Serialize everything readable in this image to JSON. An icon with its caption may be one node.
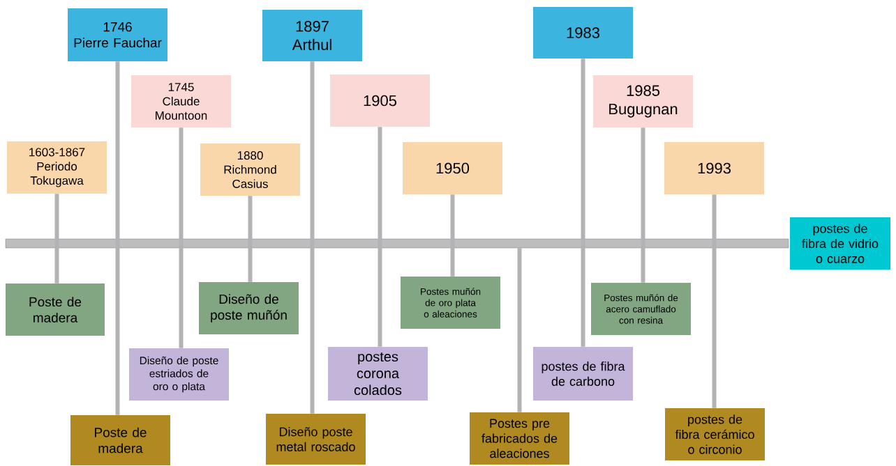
{
  "diagram": {
    "nodes": [
      {
        "text": [],
        "shape": "bar"
      },
      {
        "text": [
          "1603-1867",
          "Periodo Tokugawa"
        ]
      },
      {
        "text": [
          "Poste de madera"
        ]
      },
      {
        "text": [
          "1746",
          "Pierre Fauchar"
        ]
      },
      {
        "text": [
          "Poste de madera"
        ]
      },
      {
        "text": [
          "1745",
          "Claude Mountoon"
        ]
      },
      {
        "text": [
          "Diseño de poste estriados de oro o plata"
        ]
      },
      {
        "text": [
          "1880",
          "Richmond Casius"
        ]
      },
      {
        "text": [
          "Diseño de poste muñón"
        ]
      },
      {
        "text": [
          "1897",
          "Arthul"
        ]
      },
      {
        "text": [
          "Diseño poste metal roscado"
        ]
      },
      {
        "text": [
          "1905"
        ]
      },
      {
        "text": [
          "postes corona colados"
        ]
      },
      {
        "text": [
          "1950"
        ]
      },
      {
        "text": [
          "Postes muñón de oro plata o aleaciones"
        ]
      },
      {
        "text": [
          "Postes pre fabricados de aleaciones"
        ]
      },
      {
        "text": [
          "1983"
        ]
      },
      {
        "text": [
          "postes de fibra de carbono"
        ]
      },
      {
        "text": [
          "1985",
          "Bugugnan"
        ]
      },
      {
        "text": [
          "Postes muñón de acero camuflado con resina"
        ]
      },
      {
        "text": [
          "1993"
        ]
      },
      {
        "text": [
          "postes de fibra cerámico o circonio"
        ]
      },
      {
        "text": [
          "postes de fibra de vidrio o cuarzo"
        ]
      }
    ],
    "edges": [
      {
        "from": 1,
        "to": 2,
        "arrow": "none"
      },
      {
        "from": 3,
        "to": 4,
        "arrow": "none"
      },
      {
        "from": 5,
        "to": 6,
        "arrow": "none"
      },
      {
        "from": 7,
        "to": 8,
        "arrow": "none"
      },
      {
        "from": 9,
        "to": 10,
        "arrow": "none"
      },
      {
        "from": 11,
        "to": 12,
        "arrow": "none"
      },
      {
        "from": 13,
        "to": 14,
        "arrow": "none"
      },
      {
        "from": 0,
        "to": 15,
        "arrow": "none"
      },
      {
        "from": 16,
        "to": 17,
        "arrow": "none"
      },
      {
        "from": 18,
        "to": 19,
        "arrow": "none"
      },
      {
        "from": 20,
        "to": 21,
        "arrow": "none"
      }
    ]
  }
}
